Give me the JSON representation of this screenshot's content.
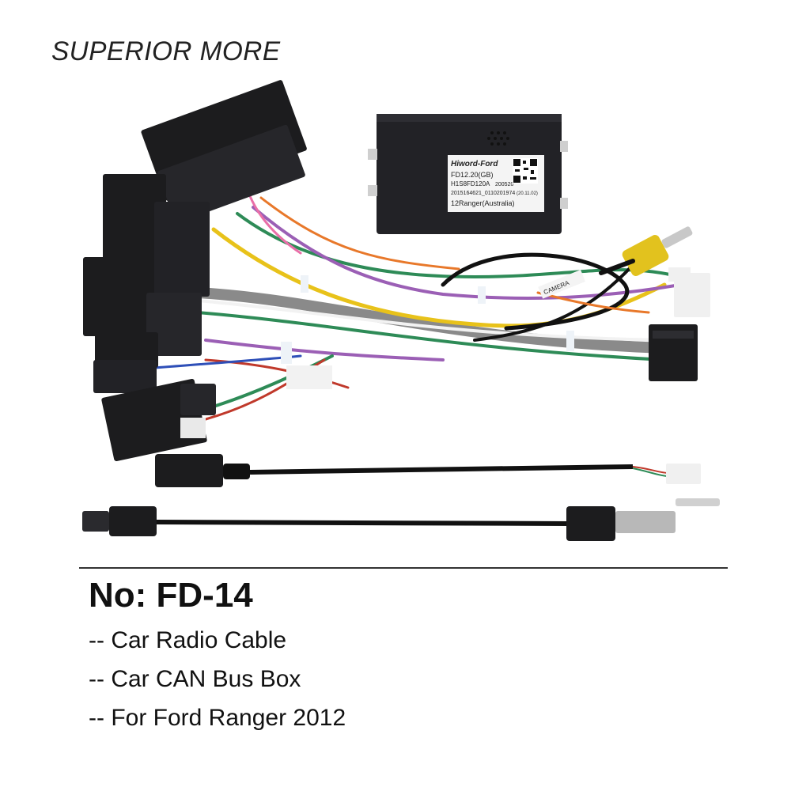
{
  "brand": "SUPERIOR MORE",
  "box_label": {
    "brand": "Hiword-Ford",
    "line1": "FD12.20(GB)",
    "line2": "H1S8FD120A",
    "code": "200520",
    "serial": "2015164621_0110201974",
    "date": "(20.11.02)",
    "model": "12Ranger(Australia)"
  },
  "camera_tag": "CAMERA",
  "product": {
    "model_no": "No: FD-14",
    "features": [
      "-- Car Radio Cable",
      "-- Car CAN Bus Box",
      "-- For Ford Ranger 2012"
    ]
  },
  "colors": {
    "connector": "#1c1c1e",
    "wire_yellow": "#e8c21a",
    "wire_green": "#2e8b57",
    "wire_orange": "#e8782a",
    "wire_purple": "#9b5fb5",
    "wire_gray": "#8a8a8a",
    "wire_red": "#c0392b",
    "wire_blue": "#2e4fb8",
    "wire_pink": "#e96fa8"
  }
}
